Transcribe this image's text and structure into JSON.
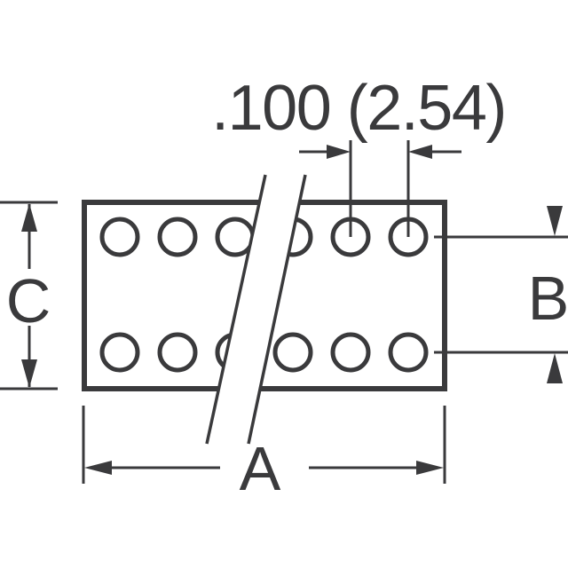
{
  "drawing": {
    "pitch_dimension_label": ".100 (2.54)",
    "width_dimension_label": "A",
    "row_spacing_dimension_label": "B",
    "height_dimension_label": "C",
    "holes": {
      "rows": 2,
      "columns_visible": 6,
      "total_visible": 12
    },
    "colors": {
      "line": "#3a3a3c",
      "background": "#ffffff"
    }
  }
}
